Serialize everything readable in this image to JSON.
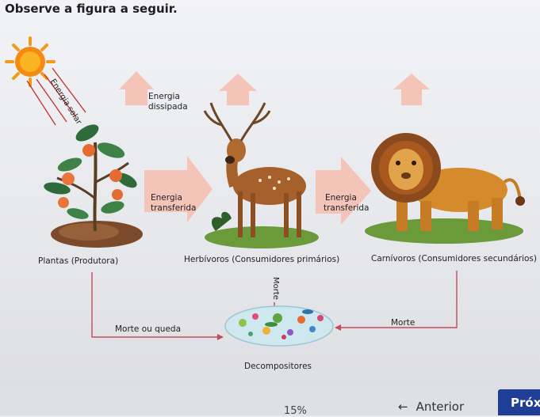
{
  "question": {
    "text": "Observe a figura a seguir."
  },
  "figure": {
    "sun_label": "Energia solar",
    "dissipated": [
      "Energia",
      "dissipada"
    ],
    "transfer_left": [
      "Energia",
      "transferida"
    ],
    "transfer_right": [
      "Energia",
      "transferida"
    ],
    "producers": "Plantas (Produtora)",
    "herbivores": "Herbívoros (Consumidores primários)",
    "carnivores": "Carnívoros (Consumidores secundários)",
    "death_vertical": "Morte",
    "death_fall": "Morte ou queda",
    "death_right": "Morte",
    "decomposers": "Decompositores"
  },
  "footer": {
    "progress": "15%",
    "prev_arrow": "←",
    "prev_label": "Anterior",
    "next_label": "Próxi"
  },
  "colors": {
    "pink_arrow": "#f5c4b9",
    "red_line": "#c9485b",
    "next_button": "#1f3f97"
  }
}
